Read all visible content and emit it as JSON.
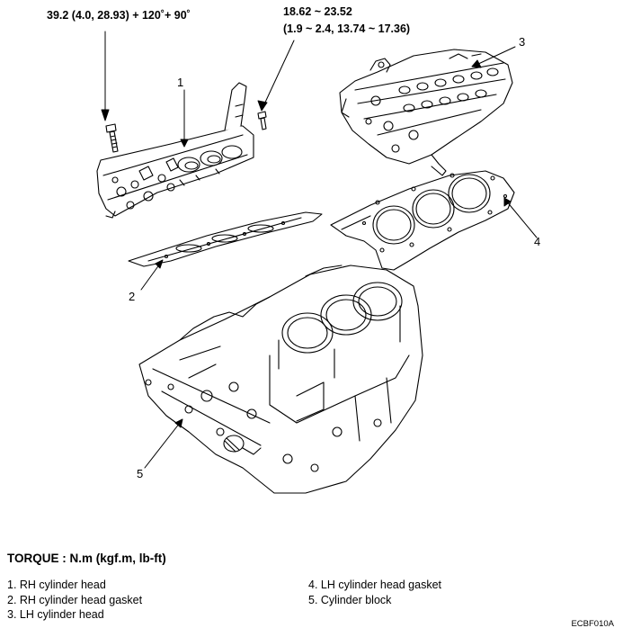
{
  "torque_specs": {
    "rh_bolt": "39.2 (4.0, 28.93) + 120˚+ 90˚",
    "lh_bolt_line1": "18.62 ~ 23.52",
    "lh_bolt_line2": "(1.9 ~ 2.4, 13.74 ~ 17.36)"
  },
  "callouts": [
    "1",
    "2",
    "3",
    "4",
    "5"
  ],
  "legend": {
    "title": "TORQUE : N.m (kgf.m, lb-ft)",
    "left": [
      "1. RH cylinder head",
      "2. RH cylinder head gasket",
      "3. LH cylinder head"
    ],
    "right": [
      "4. LH cylinder head gasket",
      "5. Cylinder block"
    ]
  },
  "figure_code": "ECBF010A"
}
